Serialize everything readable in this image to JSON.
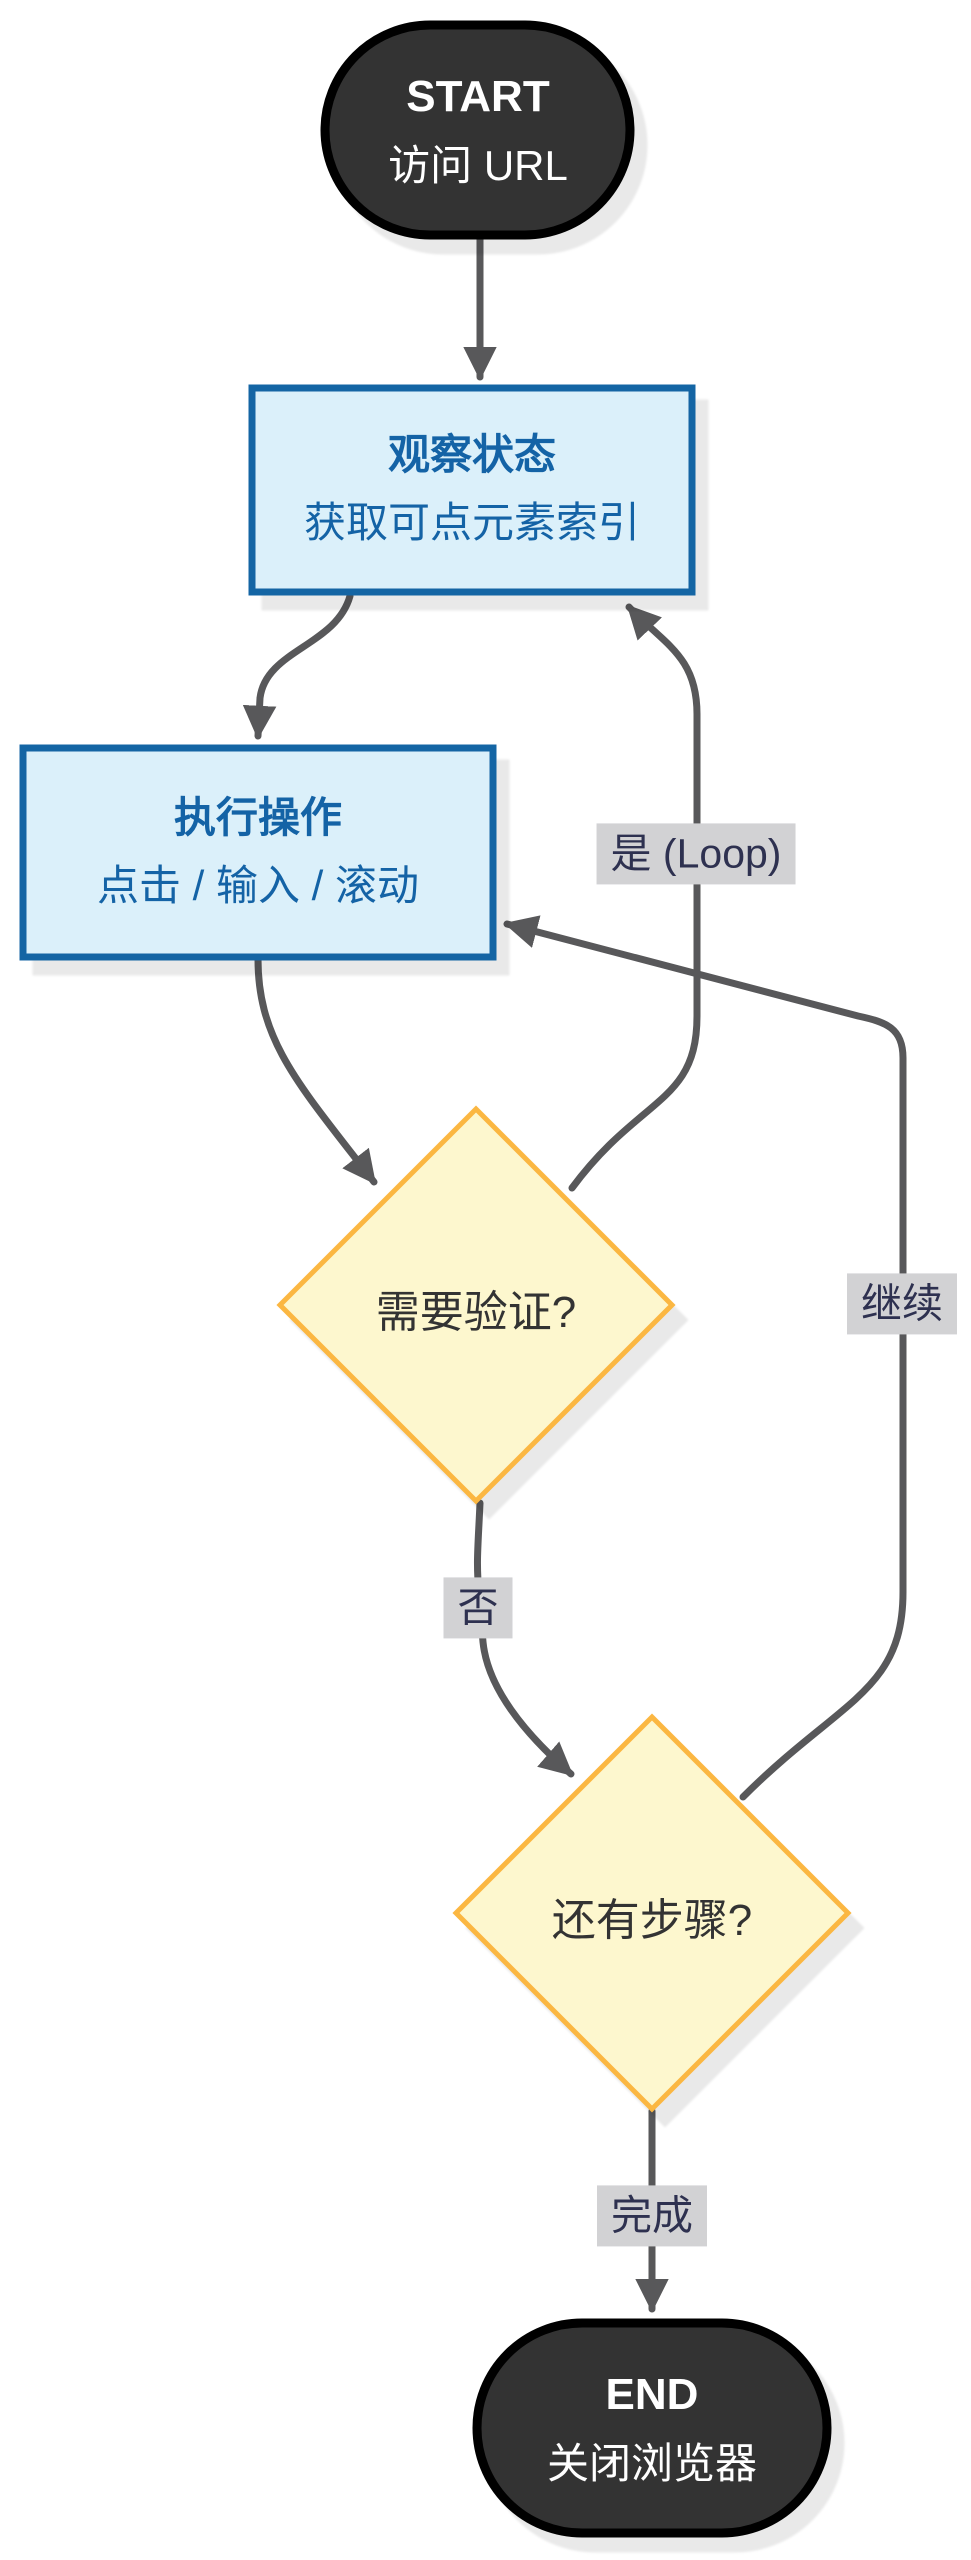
{
  "diagram": {
    "nodes": {
      "start": {
        "title": "START",
        "subtitle": "访问 URL"
      },
      "observe": {
        "title": "观察状态",
        "subtitle": "获取可点元素索引"
      },
      "action": {
        "title": "执行操作",
        "subtitle": "点击 / 输入 / 滚动"
      },
      "verify": {
        "label": "需要验证?"
      },
      "steps": {
        "label": "还有步骤?"
      },
      "end": {
        "title": "END",
        "subtitle": "关闭浏览器"
      }
    },
    "edge_labels": {
      "yes_loop": "是 (Loop)",
      "no": "否",
      "continue": "继续",
      "done": "完成"
    },
    "colors": {
      "terminal_fill": "#333333",
      "terminal_border": "#000000",
      "terminal_text": "#ffffff",
      "process_fill": "#dbf0fa",
      "process_border": "#1465a4",
      "process_text": "#1463a6",
      "decision_fill": "#fdf7ce",
      "decision_border": "#fbb742",
      "decision_text": "#333333",
      "edge": "#58585a",
      "label_bg": "#d2d2d4",
      "label_text": "#2e3150"
    }
  }
}
